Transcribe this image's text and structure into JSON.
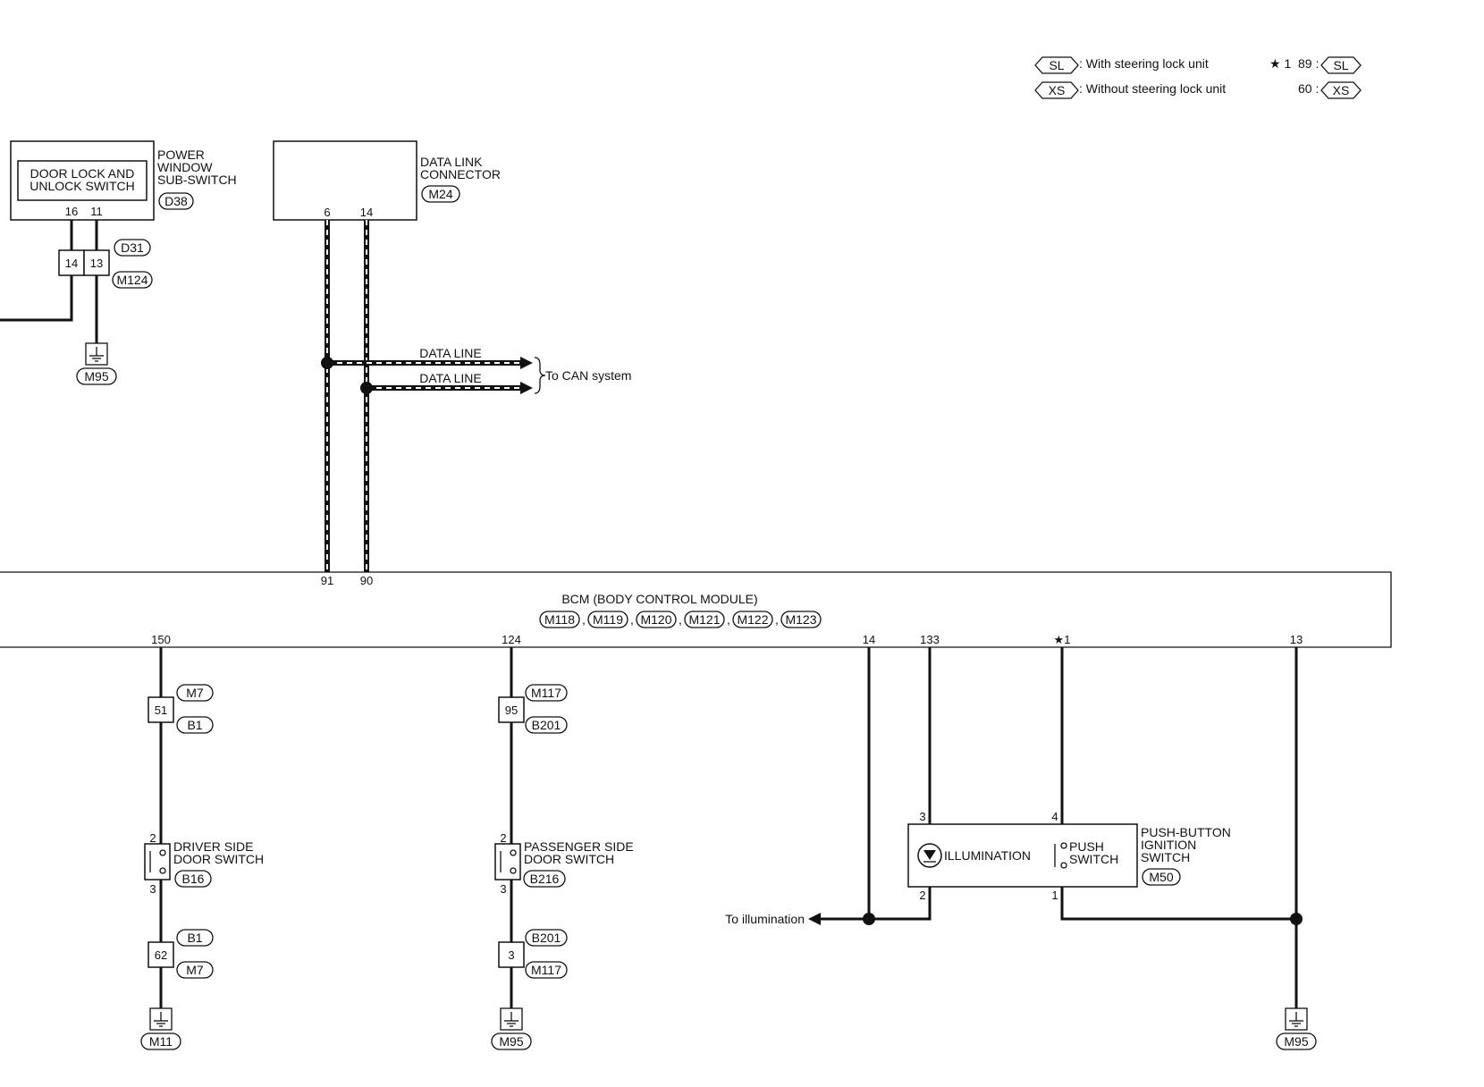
{
  "legend": {
    "sl_code": "SL",
    "sl_text": ": With steering lock unit",
    "xs_code": "XS",
    "xs_text": ": Without steering lock unit",
    "star_label": "★ 1",
    "sl_pin": "89 :",
    "xs_pin": "60 :"
  },
  "pwss": {
    "inner_label_1": "DOOR LOCK AND",
    "inner_label_2": "UNLOCK SWITCH",
    "title_1": "POWER",
    "title_2": "WINDOW",
    "title_3": "SUB-SWITCH",
    "connector": "D38",
    "pin_a": "16",
    "pin_b": "11",
    "joint_pin_a": "14",
    "joint_pin_b": "13",
    "joint_conn_1": "D31",
    "joint_conn_2": "M124",
    "ground": "M95"
  },
  "dlc": {
    "title_1": "DATA LINK",
    "title_2": "CONNECTOR",
    "connector": "M24",
    "pin_a": "6",
    "pin_b": "14"
  },
  "can": {
    "line_1": "DATA LINE",
    "line_2": "DATA LINE",
    "to": "To CAN system"
  },
  "bcm": {
    "title": "BCM (BODY CONTROL MODULE)",
    "connectors": [
      "M118",
      "M119",
      "M120",
      "M121",
      "M122",
      "M123"
    ],
    "pins_top": [
      "91",
      "90"
    ],
    "pins_bottom": [
      "150",
      "124",
      "14",
      "133",
      "★1",
      "13"
    ]
  },
  "driver_switch": {
    "joint_pin_1": "51",
    "joint_conn_1a": "M7",
    "joint_conn_1b": "B1",
    "sw_pin_top": "2",
    "sw_pin_bottom": "3",
    "title_1": "DRIVER SIDE",
    "title_2": "DOOR SWITCH",
    "connector": "B16",
    "joint_pin_2": "62",
    "joint_conn_2a": "B1",
    "joint_conn_2b": "M7",
    "ground": "M11"
  },
  "passenger_switch": {
    "joint_pin_1": "95",
    "joint_conn_1a": "M117",
    "joint_conn_1b": "B201",
    "sw_pin_top": "2",
    "sw_pin_bottom": "3",
    "title_1": "PASSENGER SIDE",
    "title_2": "DOOR SWITCH",
    "connector": "B216",
    "joint_pin_2": "3",
    "joint_conn_2a": "B201",
    "joint_conn_2b": "M117",
    "ground": "M95"
  },
  "ignition": {
    "pin_3": "3",
    "pin_4": "4",
    "pin_2": "2",
    "pin_1": "1",
    "illum": "ILLUMINATION",
    "push_1": "PUSH",
    "push_2": "SWITCH",
    "title_1": "PUSH-BUTTON",
    "title_2": "IGNITION",
    "title_3": "SWITCH",
    "connector": "M50",
    "to_illum": "To illumination",
    "ground": "M95"
  }
}
